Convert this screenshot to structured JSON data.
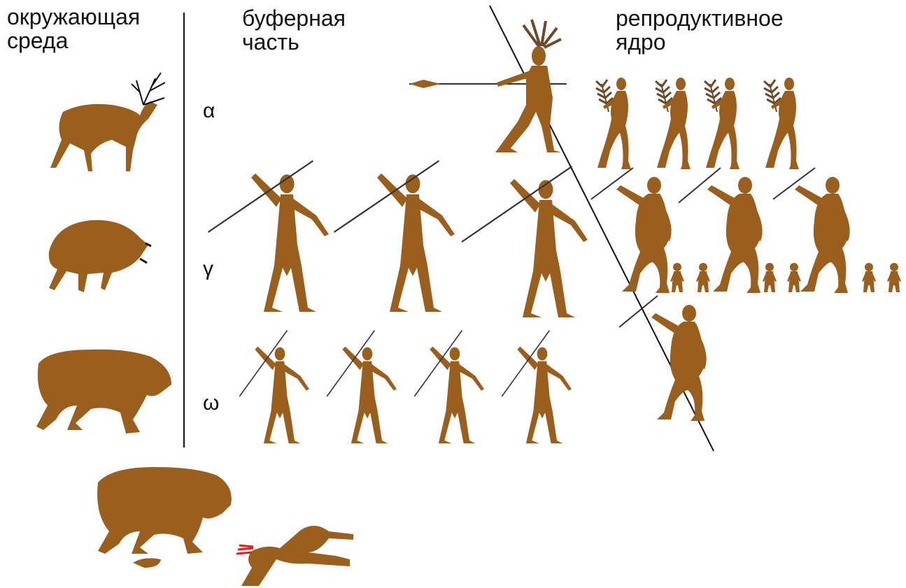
{
  "labels": {
    "environment": [
      "окружающая",
      "среда"
    ],
    "buffer": [
      "буферная",
      "часть"
    ],
    "core": [
      "репродуктивное",
      "ядро"
    ]
  },
  "ranks": {
    "alpha": "α",
    "gamma": "γ",
    "omega": "ω"
  },
  "colors": {
    "figure": "#9b5f1d",
    "line": "#111111",
    "spear": "#333333",
    "blood": "#e0201c"
  }
}
